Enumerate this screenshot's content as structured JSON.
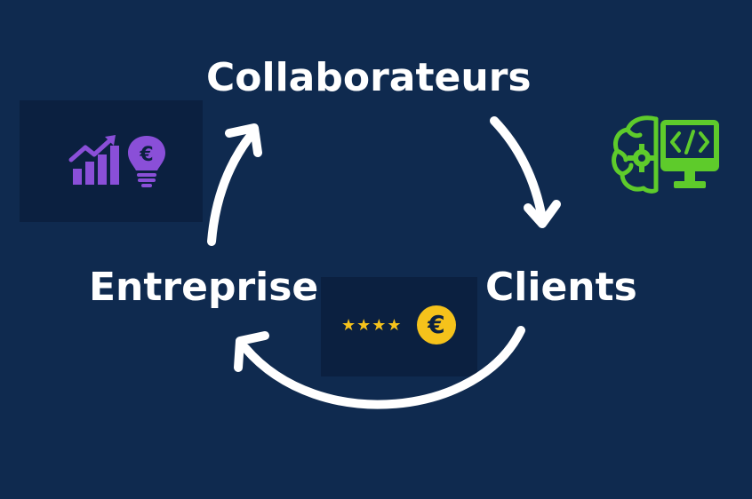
{
  "nodes": {
    "top": "Collaborateurs",
    "right": "Clients",
    "left": "Entreprise"
  },
  "badges": {
    "clients_rating": "★★★★",
    "currency": "€"
  },
  "colors": {
    "background": "#0f2a4f",
    "panel": "#0b2040",
    "arrow": "#ffffff",
    "growth_icon": "#8a4fd8",
    "tech_icon": "#5ecb2b",
    "rating": "#f5c21b"
  },
  "icons": {
    "top_left": [
      "growth-chart-icon",
      "euro-lightbulb-icon"
    ],
    "top_right": [
      "brain-gear-icon",
      "code-monitor-icon"
    ],
    "bottom": [
      "star-rating-icon",
      "euro-coin-icon"
    ]
  }
}
